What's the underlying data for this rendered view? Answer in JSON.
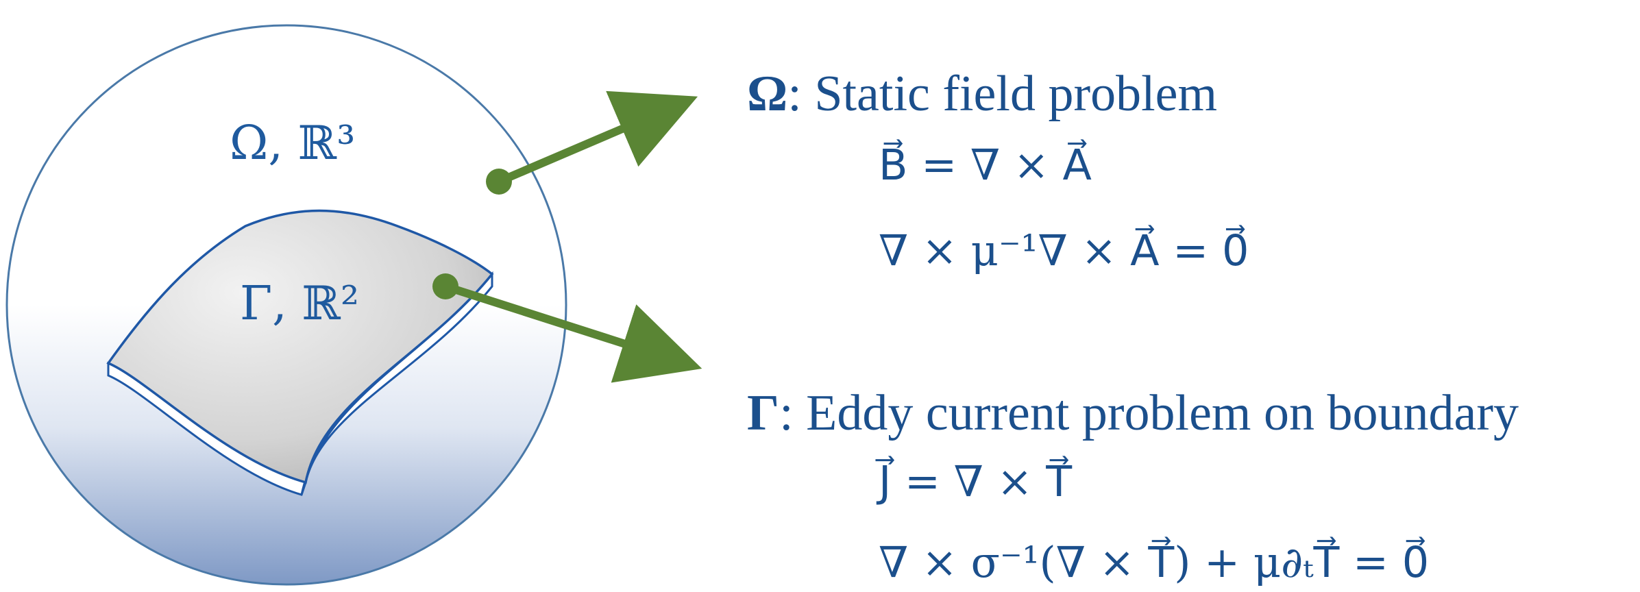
{
  "domain_labels": {
    "omega_label": "Ω, ℝ³",
    "gamma_label": "Γ, ℝ²"
  },
  "omega_panel": {
    "symbol": "Ω",
    "title": ": Static field problem",
    "equation_1": "B⃗ = ∇ × A⃗",
    "equation_2": "∇ × μ⁻¹∇ × A⃗ = 0⃗"
  },
  "gamma_panel": {
    "symbol": "Γ",
    "title": ": Eddy current problem on boundary",
    "equation_1": "J⃗ = ∇ × T⃗",
    "equation_2": "∇ × σ⁻¹(∇ × T⃗) + μ∂ₜT⃗ = 0⃗"
  },
  "colors": {
    "sphere_stroke": "#4a79a8",
    "sphere_gradient_top": "#ffffff",
    "sphere_gradient_bottom": "#7f99c5",
    "sheet_fill": "#d0d0d0",
    "sheet_stroke": "#1f58a6",
    "arrow": "#5a8534",
    "text": "#1b4f8c"
  }
}
